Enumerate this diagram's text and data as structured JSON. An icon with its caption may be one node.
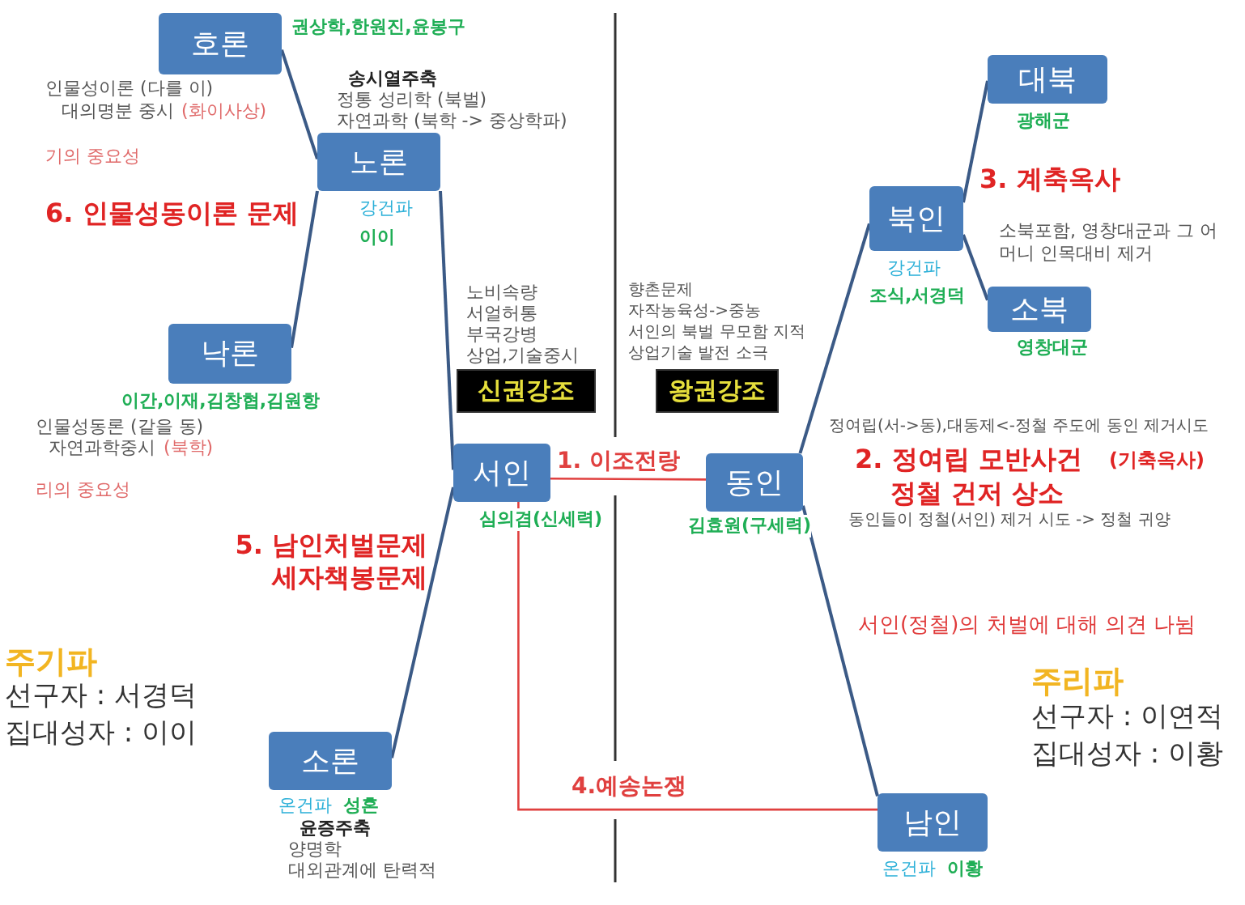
{
  "diagram": {
    "nodes": [
      {
        "text": [
          "호론"
        ],
        "beside": [
          "권상학,한원진,윤봉구"
        ]
      },
      {
        "text": [
          "노론"
        ],
        "beside": [
          "송시열주축",
          "정통 성리학 (북벌)",
          "자연과학 (북학 -> 중상학파)",
          "강건파",
          "이이"
        ]
      },
      {
        "text": [
          "낙론"
        ],
        "beside": [
          "이간,이재,김창협,김원항"
        ]
      },
      {
        "text": [
          "서인"
        ],
        "beside": [
          "심의겸(신세력)"
        ]
      },
      {
        "text": [
          "소론"
        ],
        "beside": [
          "온건파",
          "성혼",
          "윤증주축",
          "양명학",
          "대외관계에 탄력적"
        ]
      },
      {
        "text": [
          "동인"
        ],
        "beside": [
          "김효원(구세력)"
        ]
      },
      {
        "text": [
          "북인"
        ],
        "beside": [
          "강건파",
          "조식,서경덕"
        ]
      },
      {
        "text": [
          "대북"
        ],
        "beside": [
          "광해군"
        ]
      },
      {
        "text": [
          "소북"
        ],
        "beside": [
          "영창대군"
        ]
      },
      {
        "text": [
          "남인"
        ],
        "beside": [
          "온건파",
          "이황"
        ]
      },
      {
        "text": [
          "신권강조"
        ]
      },
      {
        "text": [
          "왕권강조"
        ]
      }
    ],
    "edges": [
      {
        "from": 0,
        "to": 1,
        "arrow": "none"
      },
      {
        "from": 1,
        "to": 2,
        "arrow": "none"
      },
      {
        "from": 1,
        "to": 3,
        "arrow": "none"
      },
      {
        "from": 3,
        "to": 4,
        "arrow": "none"
      },
      {
        "from": 3,
        "to": 5,
        "arrow": "none",
        "label": "1. 이조전랑",
        "color": "#e0403f"
      },
      {
        "from": 3,
        "to": 9,
        "arrow": "none",
        "label": "4.예송논쟁",
        "color": "#e0403f"
      },
      {
        "from": 5,
        "to": 6,
        "arrow": "none"
      },
      {
        "from": 5,
        "to": 9,
        "arrow": "none"
      },
      {
        "from": 6,
        "to": 7,
        "arrow": "none"
      },
      {
        "from": 6,
        "to": 8,
        "arrow": "none"
      }
    ],
    "labels": [
      "인물성이론 (다를 이)",
      "대의명분 중시",
      "(화이사상)",
      "기의 중요성",
      "6. 인물성동이론 문제",
      "인물성동론 (같을 동)",
      "자연과학중시",
      "(북학)",
      "리의 중요성",
      "노비속량",
      "서얼허통",
      "부국강병",
      "상업,기술중시",
      "5. 남인처벌문제 세자책봉문제",
      "주기파",
      "선구자 : 서경덕",
      "집대성자 : 이이",
      "향촌문제",
      "자작농육성->중농",
      "서인의 북벌 무모함  지적",
      "상업기술 발전 소극",
      "3. 계축옥사",
      "소북포함, 영창대군과 그 어머니 인목대비 제거",
      "정여립(서->동),대동제<-정철 주도에 동인 제거시도",
      "2. 정여립 모반사건",
      "(기축옥사)",
      "정철 건저 상소",
      "동인들이 정철(서인) 제거 시도 -> 정철 귀양",
      "서인(정철)의 처벌에 대해 의견 나뉨",
      "주리파",
      "선구자 : 이연적",
      "집대성자 : 이황"
    ]
  }
}
